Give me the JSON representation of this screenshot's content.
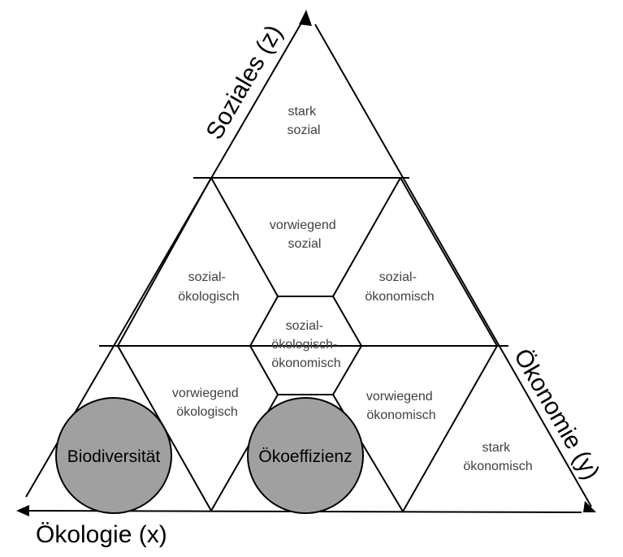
{
  "axes": {
    "z_label": "Soziales (z)",
    "y_label": "Ökonomie (y)",
    "x_label": "Ökologie (x)"
  },
  "regions": {
    "stark_sozial": [
      "stark",
      "sozial"
    ],
    "vorwiegend_sozial": [
      "vorwiegend",
      "sozial"
    ],
    "sozial_oekologisch": [
      "sozial-",
      "ökologisch"
    ],
    "sozial_oekonomisch": [
      "sozial-",
      "ökonomisch"
    ],
    "center": [
      "sozial-",
      "ökologisch-",
      "ökonomisch"
    ],
    "vorwiegend_oekologisch": [
      "vorwiegend",
      "ökologisch"
    ],
    "vorwiegend_oekonomisch": [
      "vorwiegend",
      "ökonomisch"
    ],
    "stark_oekonomisch": [
      "stark",
      "ökonomisch"
    ]
  },
  "circles": {
    "biodiversitaet": "Biodiversität",
    "oekoeffizienz": "Ökoeffizienz"
  },
  "colors": {
    "circle_fill": "#a0a0a0",
    "line": "#000000",
    "region_text": "#404040"
  },
  "icons": {
    "arrowheads": "triangle-arrow"
  }
}
